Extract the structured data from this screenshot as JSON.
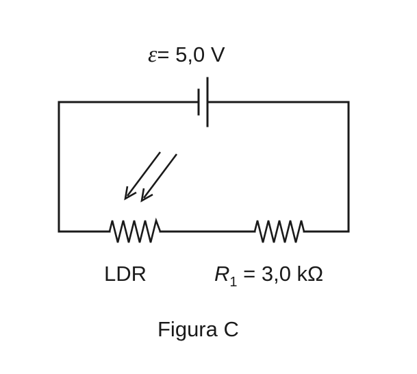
{
  "emf_label": {
    "symbol": "ε",
    "value": "= 5,0 V"
  },
  "ldr_label": "LDR",
  "r1_label": {
    "symbol": "R",
    "subscript": "1",
    "value": " = 3,0 kΩ"
  },
  "caption": "Figura C"
}
